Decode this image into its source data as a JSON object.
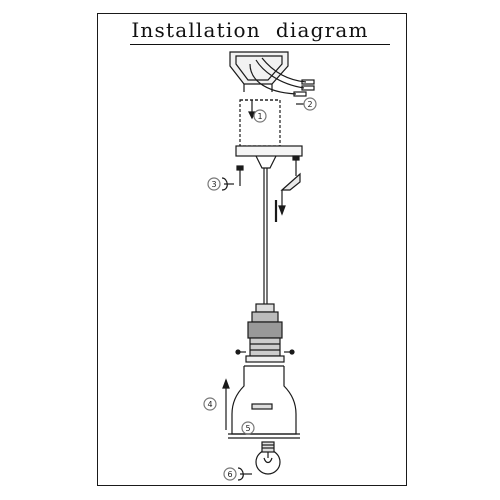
{
  "title": "Installation  diagram",
  "steps": [
    {
      "label": "1"
    },
    {
      "label": "2"
    },
    {
      "label": "3"
    },
    {
      "label": "4"
    },
    {
      "label": "5"
    },
    {
      "label": "6"
    }
  ],
  "line_color": "#1a1a1a",
  "gray_color": "#777777"
}
